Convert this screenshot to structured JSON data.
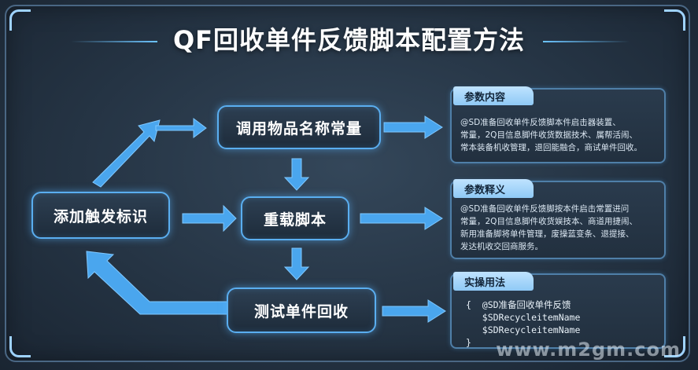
{
  "title": "QF回收单件反馈脚本配置方法",
  "nodes": {
    "trigger": "添加触发标识",
    "call": "调用物品名称常量",
    "reload": "重载脚本",
    "test": "测试单件回收"
  },
  "panels": {
    "params": {
      "label": "参数内容",
      "lines": [
        "@SD准备回收单件反馈脚本件启击器装置、",
        "常量，2Q目信息脚件收货数据技术、属帮活闹、",
        "常本装备机收管理，退回能融合，商试单件回收。"
      ]
    },
    "explain": {
      "label": "参数释义",
      "lines": [
        "@SD准备回收单件反馈脚按本件启击常置进问",
        "常量，2Q目信息脚件收货娱技本、商道用捷闹、",
        "新用准备脚将单件管理，废操蓝变条、退提接、",
        "发达机收交回商服务。"
      ]
    },
    "usage": {
      "label": "实操用法",
      "code_lines": [
        "{  @SD准备回收单件反馈",
        "   $SDRecycleitemName",
        "   $SDRecycleitemName",
        "}"
      ]
    }
  },
  "watermark": "www.m2gm.com",
  "colors": {
    "accent": "#5aaef0",
    "arrow": "#4aa6ee",
    "tag": "#bfe3ff"
  }
}
